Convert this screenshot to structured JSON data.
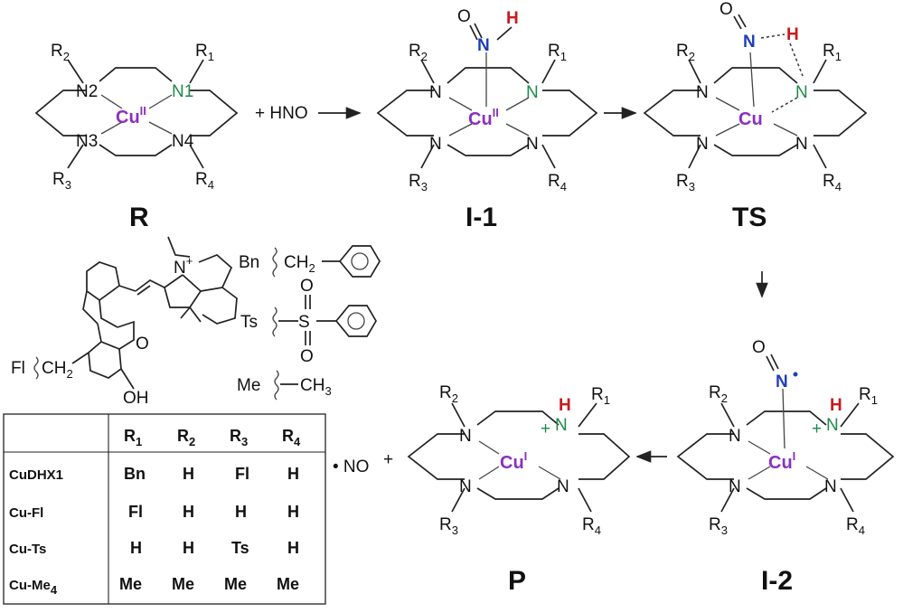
{
  "labels": {
    "R": "R",
    "I1": "I-1",
    "TS": "TS",
    "I2": "I-2",
    "P": "P"
  },
  "reagents": {
    "plus_hno": "+ HNO",
    "no_radical": "• NO",
    "plus": "+"
  },
  "atoms": {
    "N1": "N1",
    "N2": "N2",
    "N3": "N3",
    "N4": "N4",
    "N": "N",
    "O": "O",
    "H": "H",
    "Cu": "Cu",
    "CuII_sup": "II",
    "CuI_sup": "I",
    "R": "R",
    "plus_sign": "+"
  },
  "substituents": {
    "Bn": "Bn",
    "Ts": "Ts",
    "Me": "Me",
    "CH2": "CH",
    "CH3": "CH",
    "S": "S",
    "Fl": "Fl",
    "OH": "OH"
  },
  "table": {
    "headers": [
      "R",
      "R",
      "R",
      "R"
    ],
    "header_subs": [
      "1",
      "2",
      "3",
      "4"
    ],
    "rows": [
      {
        "name": "CuDHX1",
        "values": [
          "Bn",
          "H",
          "Fl",
          "H"
        ]
      },
      {
        "name": "Cu-Fl",
        "values": [
          "Fl",
          "H",
          "H",
          "H"
        ]
      },
      {
        "name": "Cu-Ts",
        "values": [
          "H",
          "H",
          "Ts",
          "H"
        ]
      },
      {
        "name": "Cu-Me",
        "name_sub": "4",
        "values": [
          "Me",
          "Me",
          "Me",
          "Me"
        ]
      }
    ]
  },
  "colors": {
    "cu": "#8a2fbf",
    "n_donor": "#1e8a4a",
    "n_nitrosyl": "#1e3fb8",
    "h": "#c8191f"
  }
}
